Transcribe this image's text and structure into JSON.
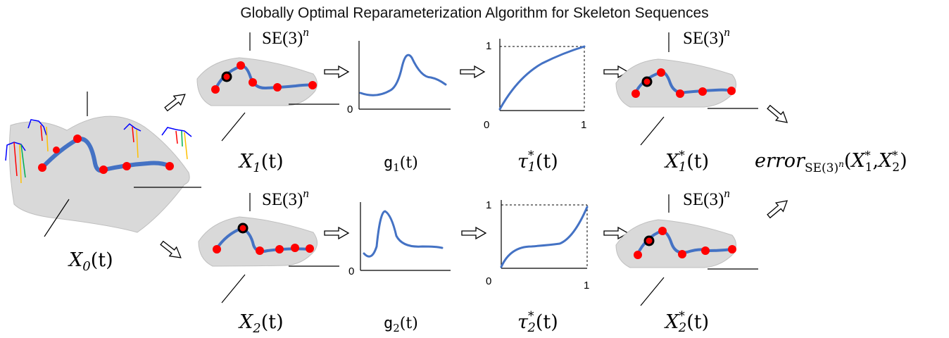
{
  "title": "Globally Optimal Reparameterization Algorithm for Skeleton Sequences",
  "manifold_label": "SE(3)",
  "manifold_exp": "n",
  "labels": {
    "x0": {
      "base": "X",
      "sub": "0",
      "arg": "(t)"
    },
    "x1": {
      "base": "X",
      "sub": "1",
      "arg": "(t)"
    },
    "x2": {
      "base": "X",
      "sub": "2",
      "arg": "(t)"
    },
    "g1": {
      "base": "g",
      "sub": "1",
      "arg": "(t)"
    },
    "g2": {
      "base": "g",
      "sub": "2",
      "arg": "(t)"
    },
    "tau1": {
      "base": "τ",
      "sub": "1",
      "sup": "*",
      "arg": "(t)"
    },
    "tau2": {
      "base": "τ",
      "sub": "2",
      "sup": "*",
      "arg": "(t)"
    },
    "x1s": {
      "base": "X",
      "sub": "1",
      "sup": "*",
      "arg": "(t)"
    },
    "x2s": {
      "base": "X",
      "sub": "2",
      "sup": "*",
      "arg": "(t)"
    }
  },
  "error_label": {
    "word": "error",
    "sub": "SE(3)",
    "sub_exp": "n",
    "open": "(",
    "a": "X",
    "a_sub": "1",
    "a_sup": "*",
    "sep": ",",
    "b": "X",
    "b_sub": "2",
    "b_sup": "*",
    "close": ")"
  },
  "ticks": {
    "zero": "0",
    "one": "1"
  },
  "colors": {
    "curve": "#4472c4",
    "sample_point": "#ff0000",
    "highlight_point": "#000000",
    "surface": "#d9d9d9",
    "skeleton_axis_red": "#ff0000",
    "skeleton_axis_yellow": "#ffc000",
    "skeleton_axis_green": "#00b050",
    "skeleton_axis_blue": "#0000ff"
  },
  "icons": [
    "double-arrow-icon",
    "skeleton-icon"
  ]
}
